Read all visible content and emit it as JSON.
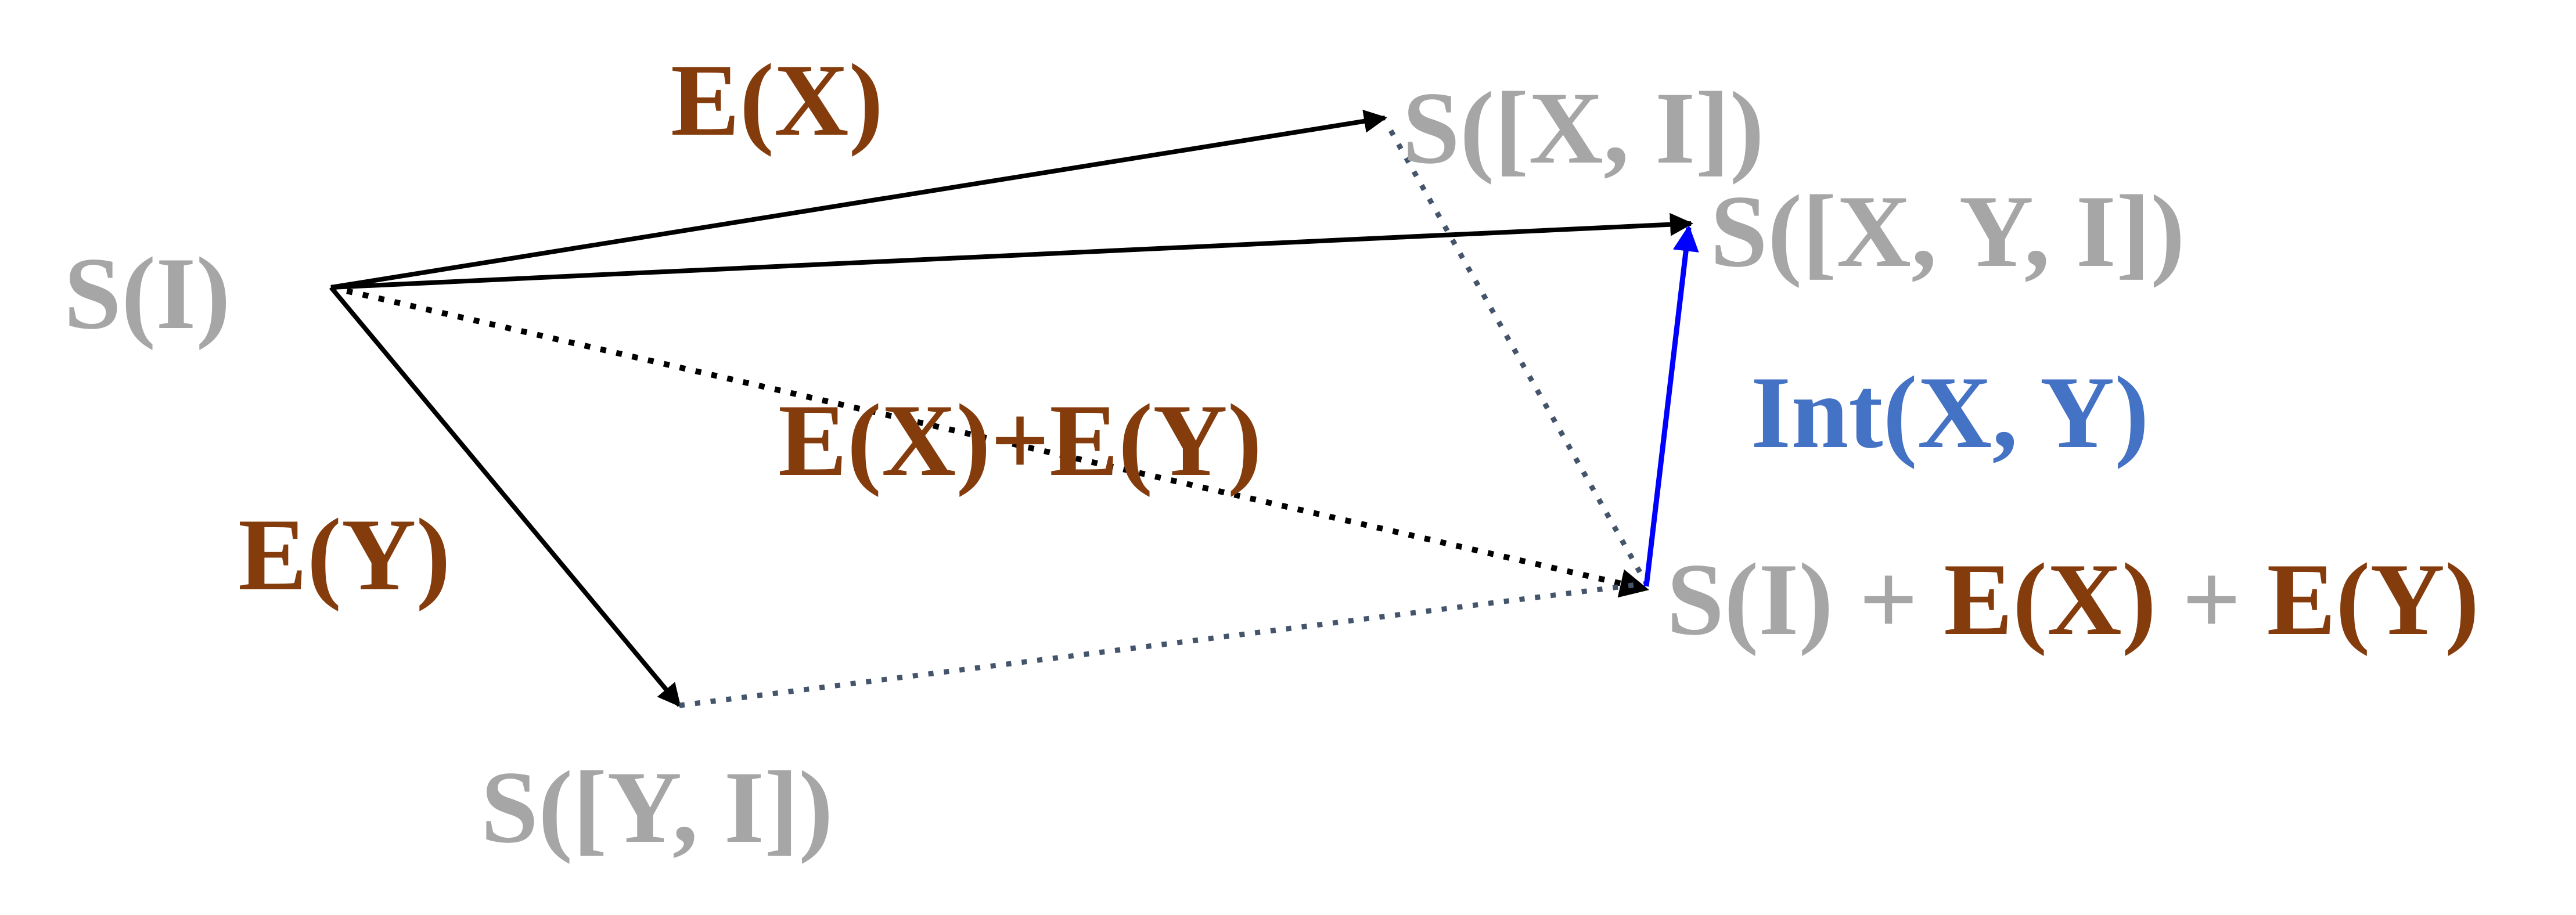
{
  "colors": {
    "state_gray": "#a6a6a6",
    "effect_brown": "#843c0c",
    "interaction_blue": "#4472c4",
    "arrow_black": "#000000",
    "arrow_blue": "#0000ff",
    "dotted_gray": "#44546a"
  },
  "nodes": {
    "s_i": "S(I)",
    "s_xi": "S([X, I])",
    "s_xyi": "S([X, Y, I])",
    "s_yi": "S([Y, I])",
    "sum": {
      "base": "S(I)",
      "plus1": " + ",
      "ex": "E(X)",
      "plus2": " + ",
      "ey": "E(Y)"
    }
  },
  "edge_labels": {
    "ex": "E(X)",
    "ey": "E(Y)",
    "ex_plus_ey": "E(X)+E(Y)",
    "interaction": "Int(X, Y)"
  }
}
